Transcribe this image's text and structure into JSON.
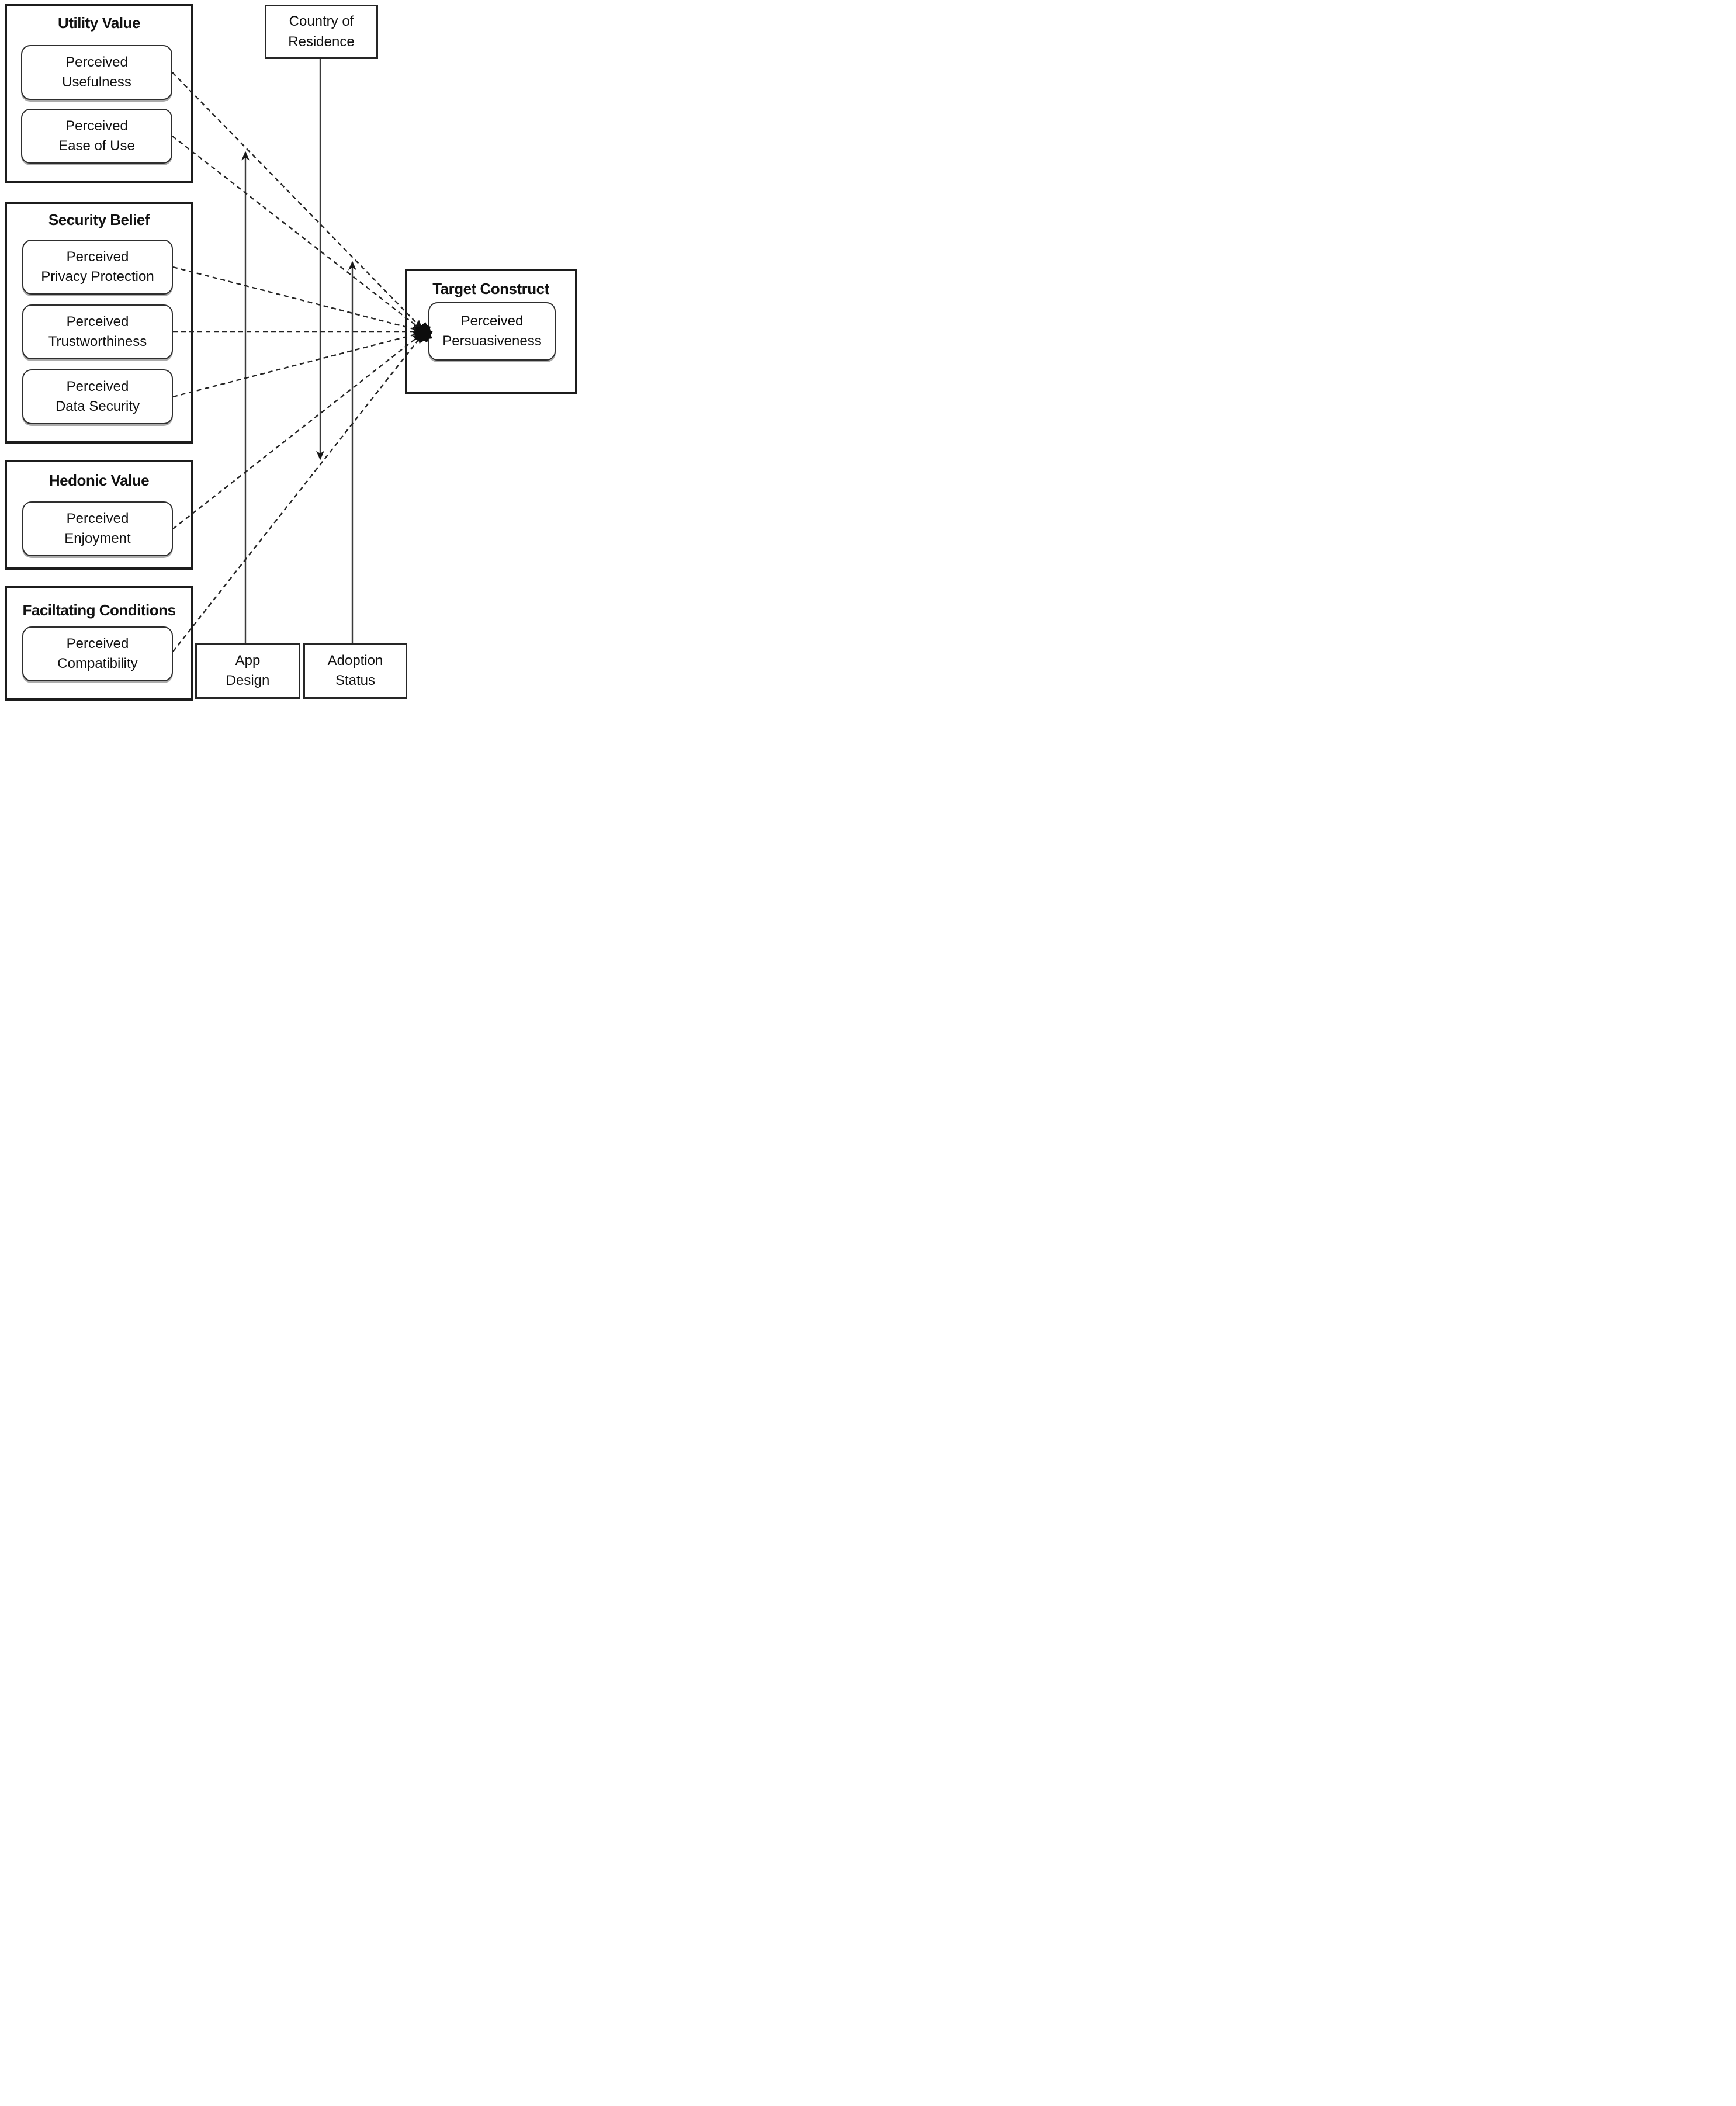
{
  "colors": {
    "ink": "#111111",
    "line_solid": "#3a3a3a",
    "line_dashed": "#232323",
    "border": "#1c1c1c",
    "background": "#ffffff"
  },
  "groups": {
    "utility": {
      "title": "Utility Value",
      "items": {
        "usefulness": "Perceived\nUsefulness",
        "ease_of_use": "Perceived\nEase of Use"
      }
    },
    "security": {
      "title": "Security Belief",
      "items": {
        "privacy_protection": "Perceived\nPrivacy Protection",
        "trustworthiness": "Perceived\nTrustworthiness",
        "data_security": "Perceived\nData Security"
      }
    },
    "hedonic": {
      "title": "Hedonic Value",
      "items": {
        "enjoyment": "Perceived\nEnjoyment"
      }
    },
    "facilitating": {
      "title": "Faciltating Conditions",
      "items": {
        "compatibility": "Perceived\nCompatibility"
      }
    },
    "target": {
      "title": "Target Construct",
      "items": {
        "persuasiveness": "Perceived\nPersuasiveness"
      }
    }
  },
  "moderators": {
    "country_of_residence": "Country of\nResidence",
    "app_design": "App\nDesign",
    "adoption_status": "Adoption\nStatus"
  }
}
